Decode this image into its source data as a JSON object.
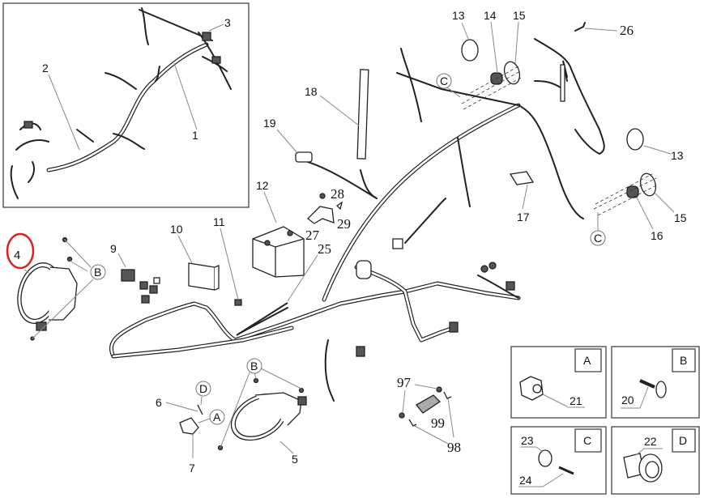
{
  "diagram": {
    "title": "Electrical harness exploded parts diagram",
    "highlighted_part": "4",
    "highlight_color": "#e02020",
    "part_labels": {
      "p1": "1",
      "p2": "2",
      "p3": "3",
      "p4": "4",
      "p5": "5",
      "p6": "6",
      "p7": "7",
      "p9": "9",
      "p10": "10",
      "p11": "11",
      "p12": "12",
      "p13a": "13",
      "p13b": "13",
      "p14": "14",
      "p15a": "15",
      "p15b": "15",
      "p16": "16",
      "p17": "17",
      "p18": "18",
      "p19": "19",
      "p25": "25",
      "p26": "26",
      "p27": "27",
      "p28": "28",
      "p29": "29",
      "p97": "97",
      "p98": "98",
      "p99": "99"
    },
    "fastener_callouts": {
      "b_headlamp_left": "B",
      "b_headlamp_right": "B",
      "c_upper": "C",
      "c_lower": "C",
      "d_item6": "D",
      "a_item7": "A"
    },
    "legend_boxes": [
      {
        "letter": "A",
        "parts": [
          "21"
        ],
        "description": "hex nut"
      },
      {
        "letter": "B",
        "parts": [
          "20"
        ],
        "description": "flanged screw"
      },
      {
        "letter": "C",
        "parts": [
          "23",
          "24"
        ],
        "description": "washer and screw"
      },
      {
        "letter": "D",
        "parts": [
          "22"
        ],
        "description": "torx bolt"
      }
    ]
  }
}
